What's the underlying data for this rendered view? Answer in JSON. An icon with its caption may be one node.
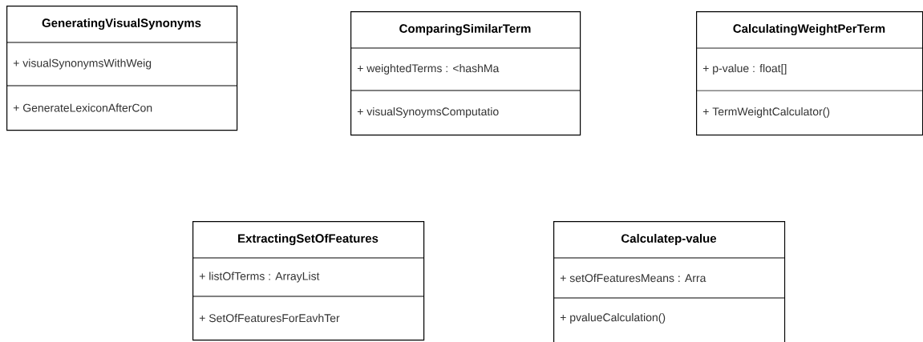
{
  "diagram": {
    "nodes": [
      {
        "text": [
          "GeneratingVisualSynonyms",
          "+ visualSynonymsWithWeig",
          "+ GenerateLexiconAfterCon"
        ]
      },
      {
        "text": [
          "ComparingSimilarTerm",
          "+ weightedTerms : <hashMa",
          "+ visualSynoymsComputatio"
        ]
      },
      {
        "text": [
          "CalculatingWeightPerTerm",
          "+ p-value : float[]",
          "+ TermWeightCalculator()"
        ]
      },
      {
        "text": [
          "ExtractingSetOfFeatures",
          "+ listOfTerms : ArrayList",
          "+ SetOfFeaturesForEavhTer"
        ]
      },
      {
        "text": [
          "Calculatep-value",
          "+ setOfFeaturesMeans : Arra",
          "+ pvalueCalculation()"
        ]
      }
    ]
  }
}
